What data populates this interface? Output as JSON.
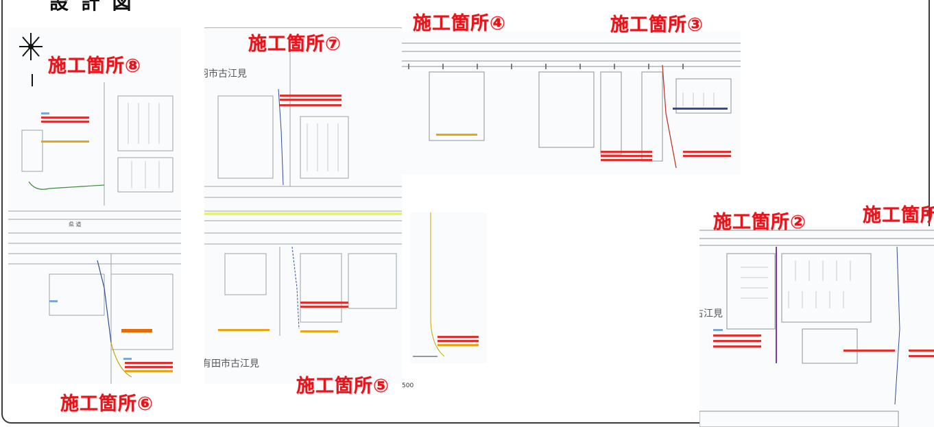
{
  "heading": "設 計 図",
  "labels": {
    "site2": "施工箇所②",
    "site3": "施工箇所③",
    "site4": "施工箇所④",
    "site5": "施工箇所⑤",
    "site6": "施工箇所⑥",
    "site7": "施工箇所⑦",
    "site8": "施工箇所⑧",
    "site1_partial": "施工箇所"
  },
  "place_names": {
    "sheet7_top": "羽市古江見",
    "sheet7_bottom": "有田市古江見",
    "sheet2_left": "古江見",
    "sheet8_road": "県 道"
  },
  "scale_text": "500",
  "colors": {
    "label": "#e8141c",
    "frame": "#3a3a3a"
  }
}
